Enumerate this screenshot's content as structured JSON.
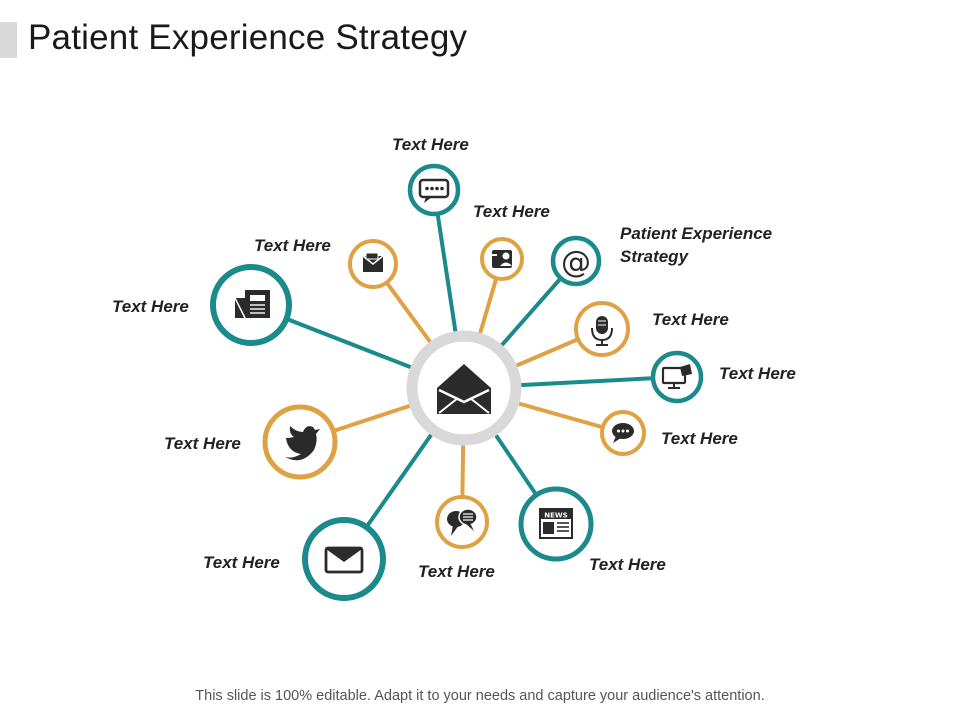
{
  "title": "Patient Experience Strategy",
  "footer": "This slide is 100% editable. Adapt it to your needs and capture your audience's attention.",
  "colors": {
    "teal": "#1b8a8c",
    "gold": "#dea244",
    "hub_ring": "#d9d9d9",
    "icon": "#2b2b2b"
  },
  "hub": {
    "icon": "open-envelope-icon"
  },
  "nodes": [
    {
      "id": "node-1",
      "label": "Text Here",
      "icon": "chat-bubble-dots-icon",
      "color": "teal"
    },
    {
      "id": "node-2",
      "label": "Text Here",
      "icon": "contact-card-icon",
      "color": "gold"
    },
    {
      "id": "node-3",
      "label": "Patient Experience Strategy",
      "icon": "at-sign-icon",
      "color": "teal"
    },
    {
      "id": "node-4",
      "label": "Text Here",
      "icon": "microphone-icon",
      "color": "gold"
    },
    {
      "id": "node-5",
      "label": "Text Here",
      "icon": "monitor-icon",
      "color": "teal"
    },
    {
      "id": "node-6",
      "label": "Text Here",
      "icon": "speech-bubble-icon",
      "color": "gold"
    },
    {
      "id": "node-7",
      "label": "Text Here",
      "icon": "newspaper-icon",
      "color": "teal"
    },
    {
      "id": "node-8",
      "label": "Text Here",
      "icon": "conversation-bubbles-icon",
      "color": "gold"
    },
    {
      "id": "node-9",
      "label": "Text Here",
      "icon": "envelope-icon",
      "color": "teal"
    },
    {
      "id": "node-10",
      "label": "Text Here",
      "icon": "twitter-bird-icon",
      "color": "gold"
    },
    {
      "id": "node-11",
      "label": "Text Here",
      "icon": "news-document-icon",
      "color": "teal"
    },
    {
      "id": "node-12",
      "label": "Text Here",
      "icon": "letter-icon",
      "color": "gold"
    }
  ]
}
